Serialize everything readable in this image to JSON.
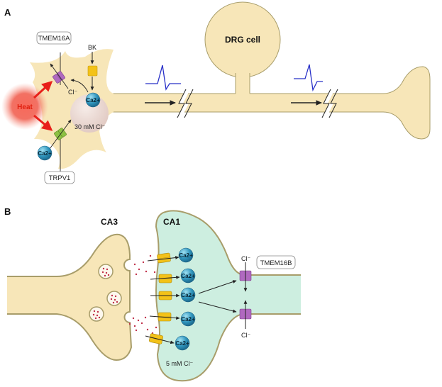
{
  "figure": {
    "panel_a": {
      "label": "A",
      "channel_top": "TMEM16A",
      "channel_bottom": "TRPV1",
      "stimulus": "Heat",
      "bk": "BK",
      "chloride_label": "Cl⁻",
      "calcium_label": "Ca2+",
      "concentration": "30 mM Cl⁻",
      "soma_label": "DRG cell"
    },
    "panel_b": {
      "label": "B",
      "presynaptic": "CA3",
      "postsynaptic": "CA1",
      "channel": "TMEM16B",
      "chloride_label": "Cl⁻",
      "calcium_label": "Ca2+",
      "concentration": "5 mM Cl⁻"
    },
    "colors": {
      "cell_fill": "#f7e6b8",
      "cell_stroke": "#a89d6a",
      "ca1_fill": "#cdeee0",
      "ca_ion": "#2a8ab0",
      "tmem_channel": "#b069c0",
      "trpv1_channel": "#8cc043",
      "bk_channel": "#f3c218",
      "heat": "#e8382a",
      "spike": "#2830c8",
      "vesicle_dot": "#c0304a"
    }
  }
}
